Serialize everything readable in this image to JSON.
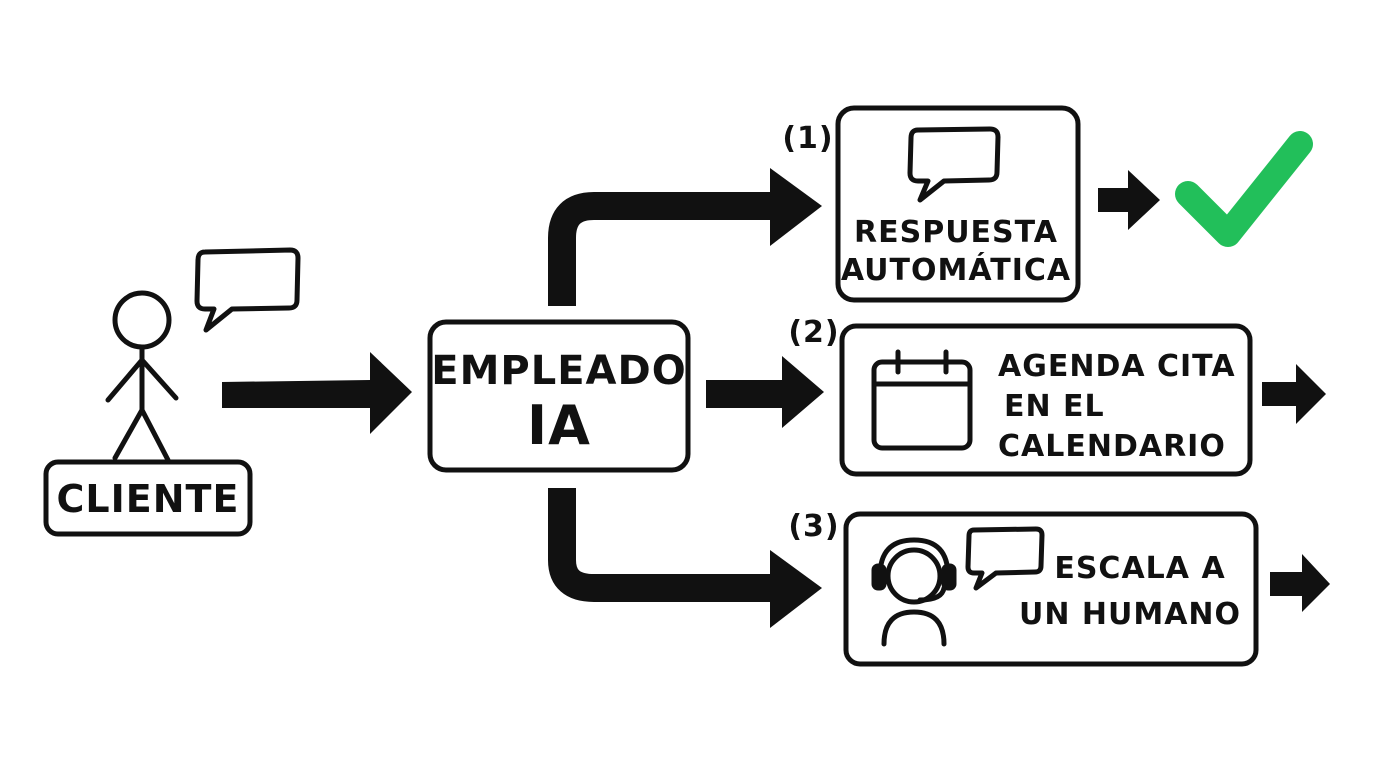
{
  "colors": {
    "ink": "#111111",
    "background": "#ffffff",
    "check": "#22bf5a"
  },
  "actor": {
    "label": "CLIENTE",
    "icon": "stick-figure-icon",
    "speech_icon": "speech-bubble-icon"
  },
  "hub": {
    "line1": "EMPLEADO",
    "line2": "IA"
  },
  "options": [
    {
      "number": "(1)",
      "icon": "speech-bubble-icon",
      "lines": [
        "RESPUESTA",
        "AUTOMÁTICA"
      ],
      "result_icon": "checkmark-icon"
    },
    {
      "number": "(2)",
      "icon": "calendar-icon",
      "lines": [
        "AGENDA CITA",
        "EN EL",
        "CALENDARIO"
      ]
    },
    {
      "number": "(3)",
      "icon": "headset-agent-icon",
      "lines": [
        "ESCALA A",
        "UN HUMANO"
      ]
    }
  ]
}
